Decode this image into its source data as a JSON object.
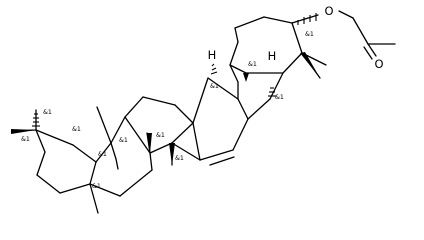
{
  "molecule": {
    "atom_labels": {
      "h_ring_b": "H",
      "h_ring_d": "H",
      "o_ester": "O",
      "o_carbonyl": "O"
    },
    "stereo_label": "&1",
    "colors": {
      "ink": "#000000",
      "background": "#ffffff"
    }
  }
}
